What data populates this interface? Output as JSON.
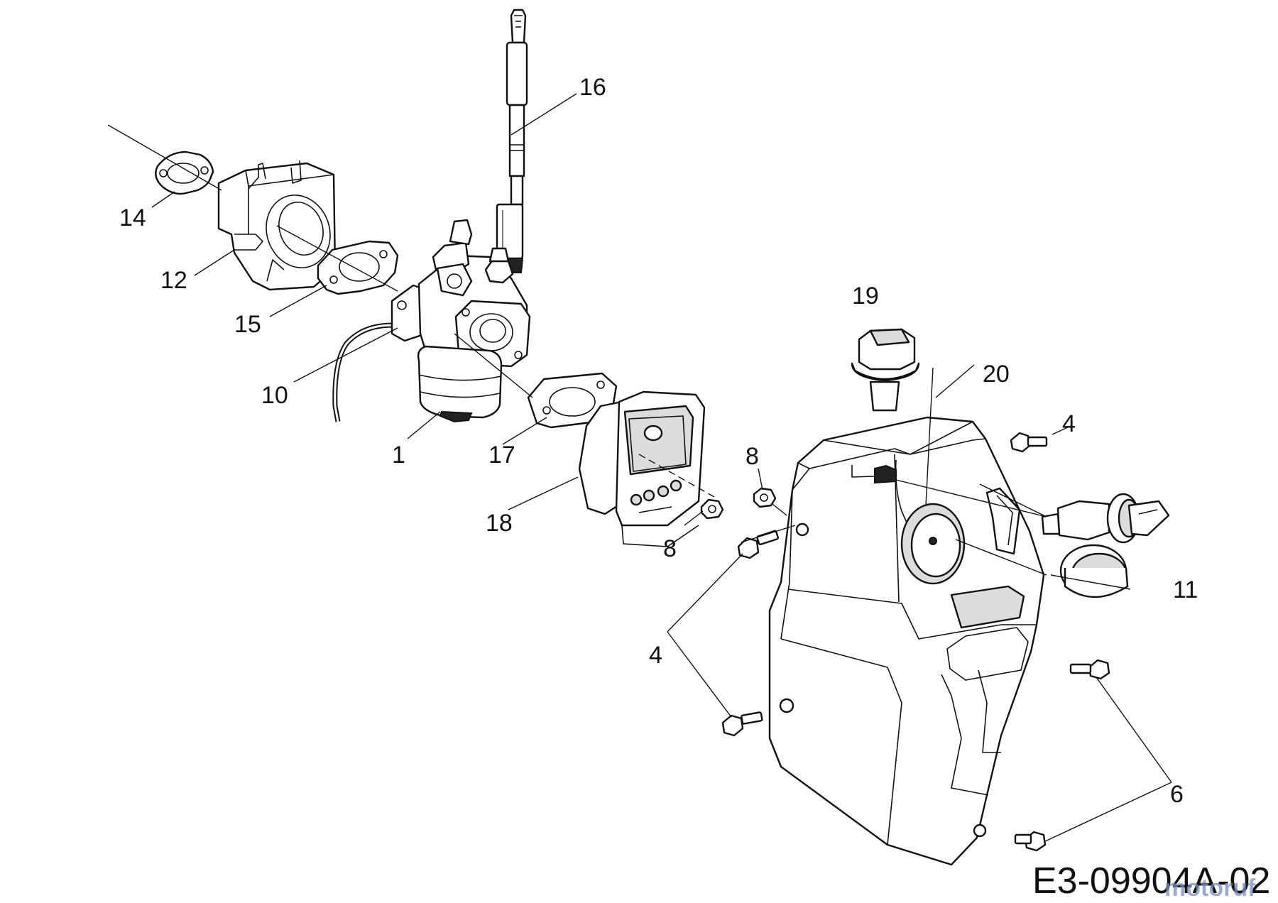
{
  "callouts": {
    "c1": "1",
    "c4a": "4",
    "c4b": "4",
    "c6": "6",
    "c8a": "8",
    "c8b": "8",
    "c10": "10",
    "c11": "11",
    "c12": "12",
    "c14": "14",
    "c15": "15",
    "c16": "16",
    "c17": "17",
    "c18": "18",
    "c19": "19",
    "c20": "20"
  },
  "drawing_code": "E3-09904A-02",
  "watermark": "motoruf"
}
